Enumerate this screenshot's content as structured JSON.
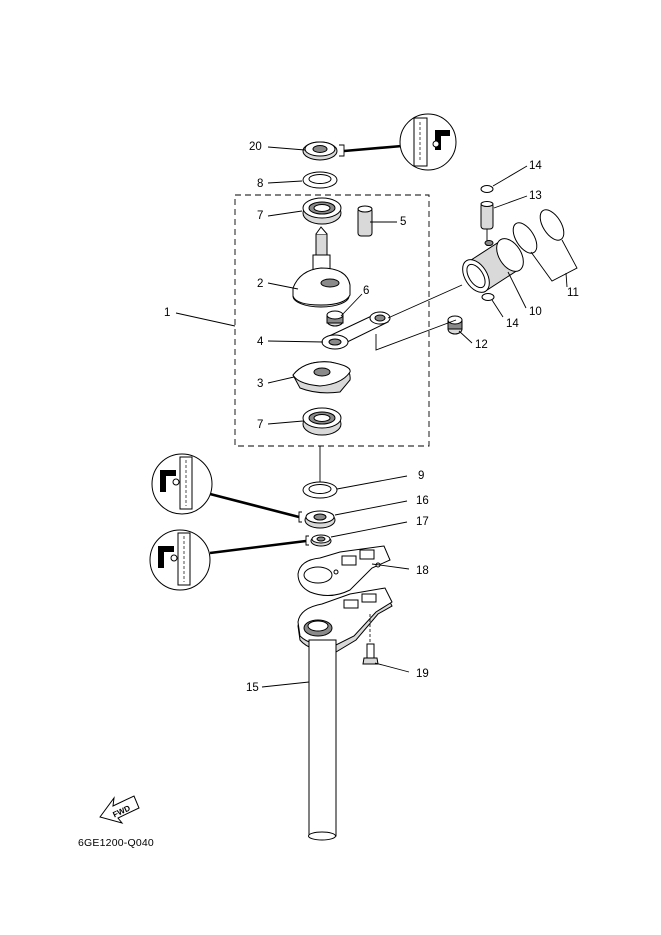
{
  "diagram_code": "6GE1200-Q040",
  "fwd_label": "FWD",
  "callouts": [
    "1",
    "2",
    "3",
    "4",
    "5",
    "6",
    "7",
    "7",
    "8",
    "9",
    "10",
    "11",
    "12",
    "13",
    "14",
    "14",
    "15",
    "16",
    "17",
    "18",
    "19",
    "20"
  ]
}
